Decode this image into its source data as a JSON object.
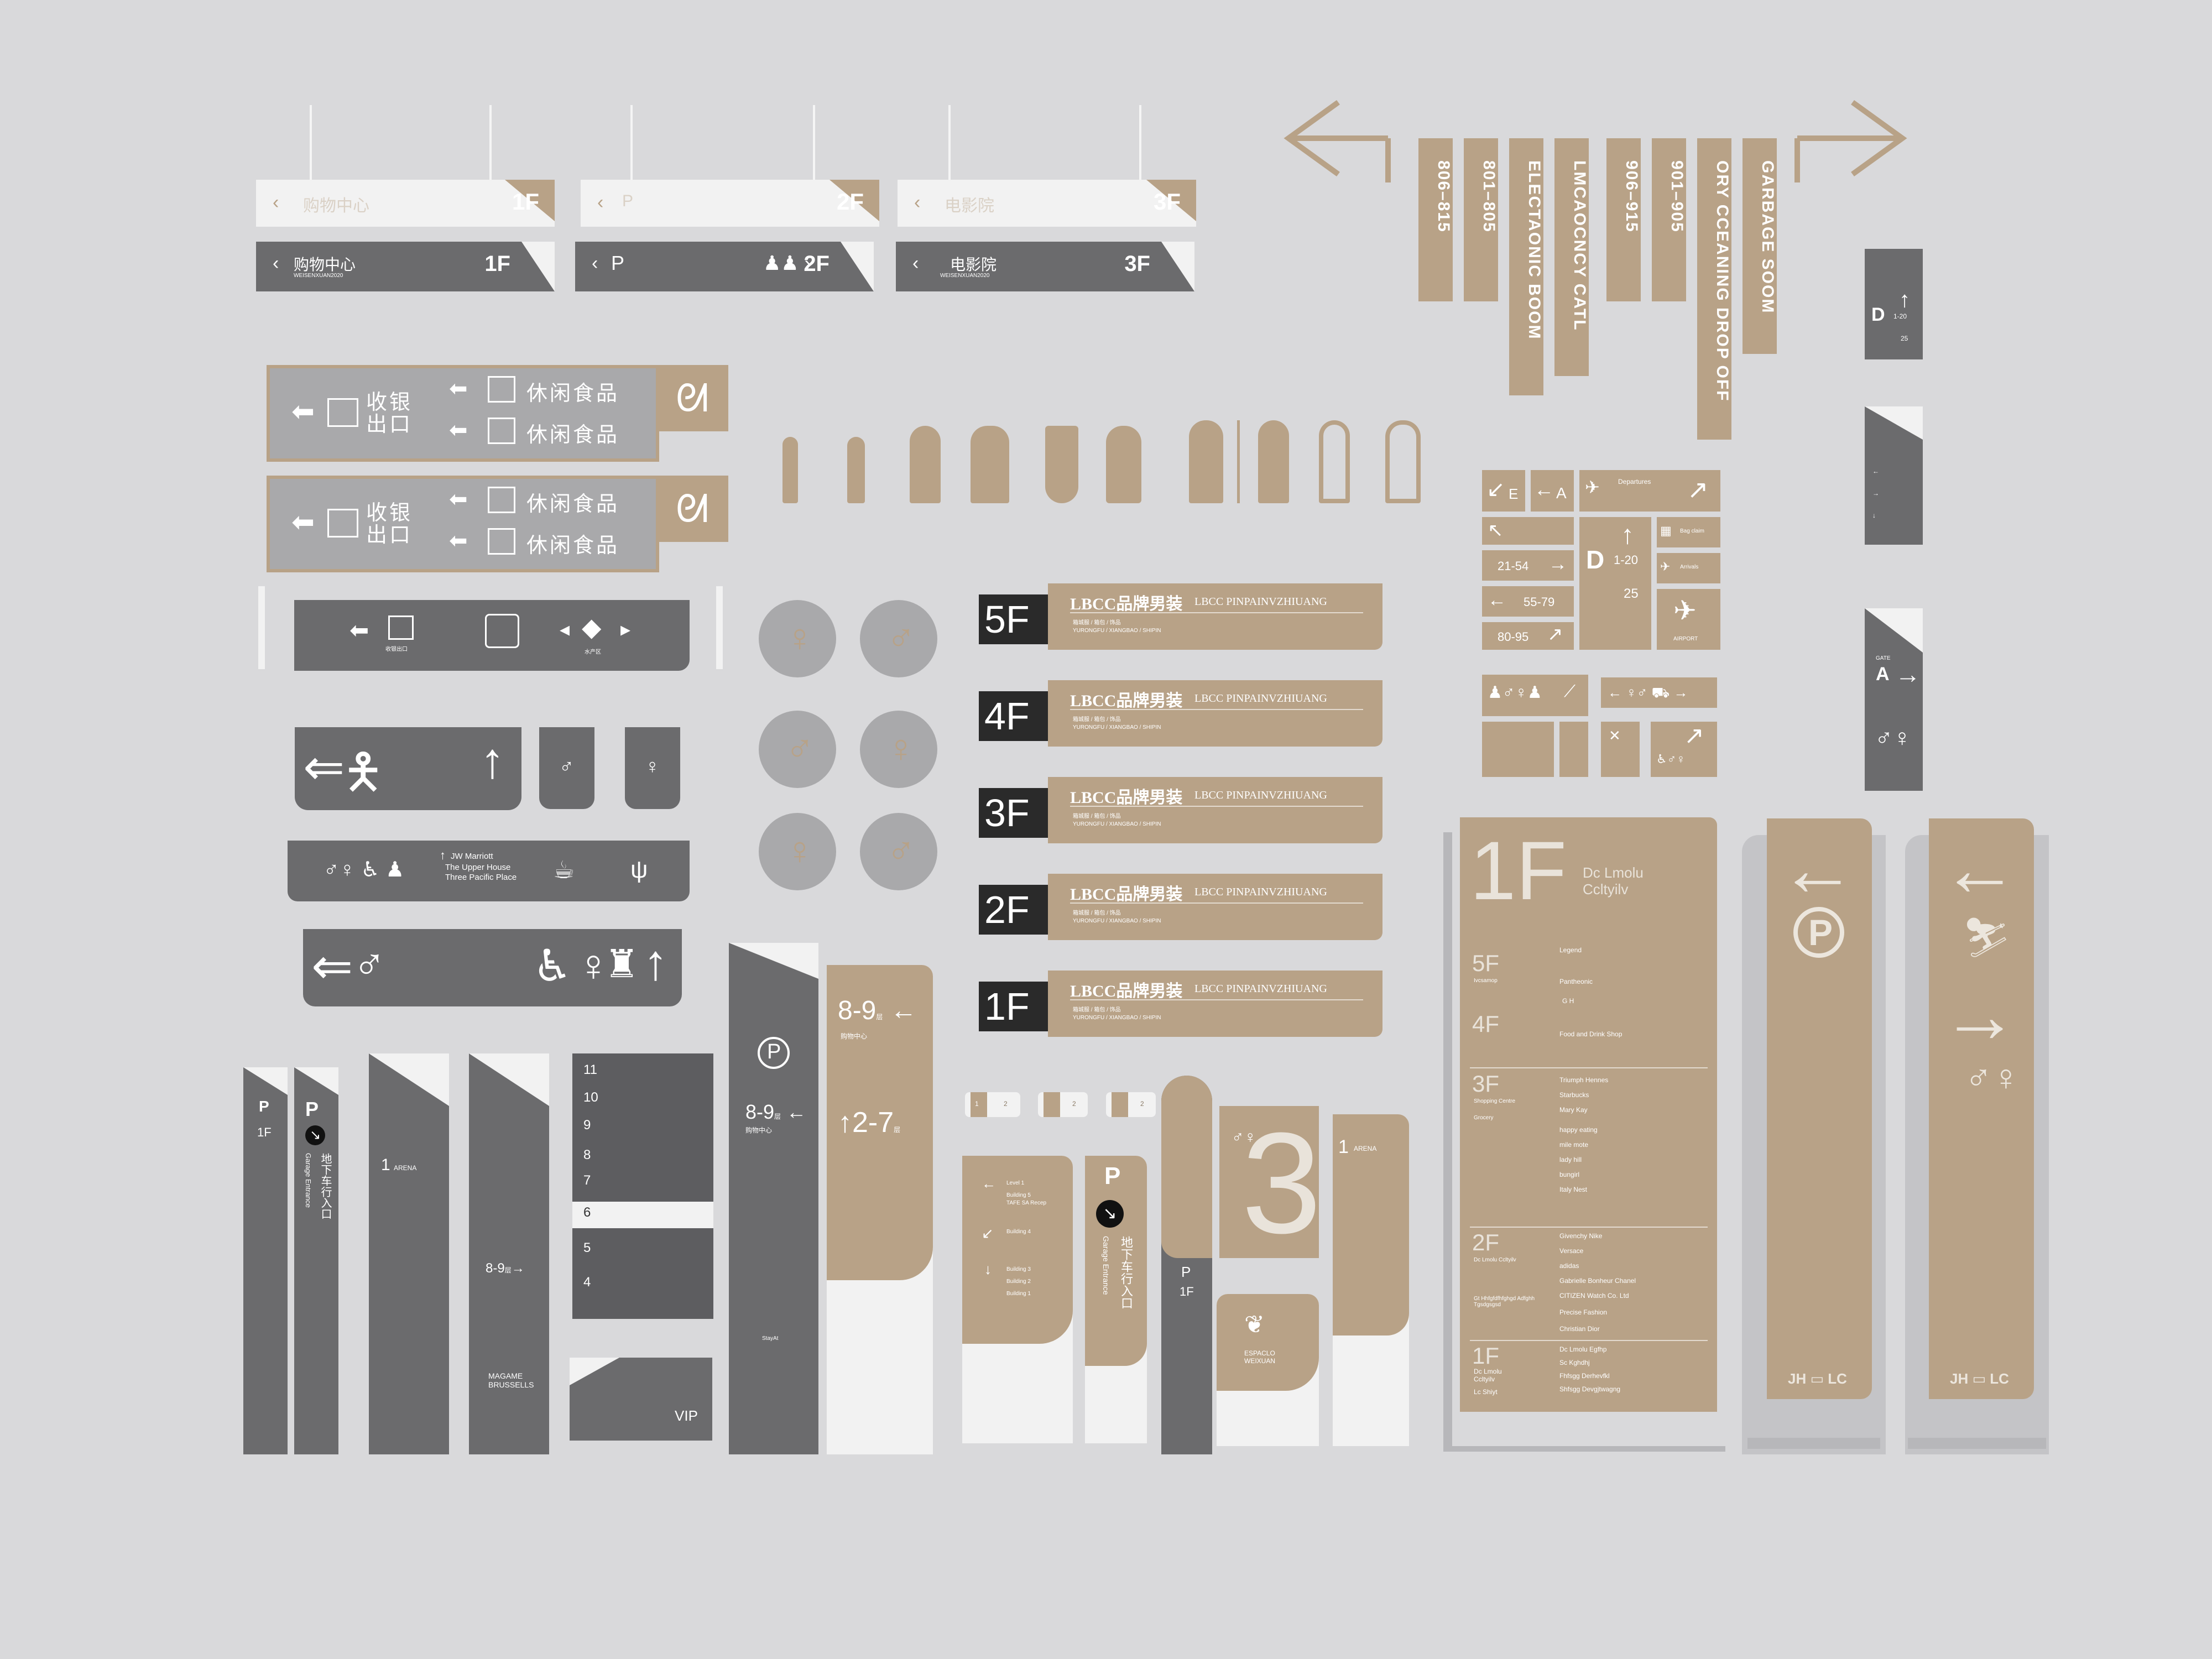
{
  "hanging_signs": [
    {
      "top_label": "购物中心",
      "floor": "1F",
      "bottom_label": "购物中心",
      "sub": "WEISENXUAN2020"
    },
    {
      "top_label": "P",
      "floor": "2F",
      "bottom_label": "P",
      "sub": ""
    },
    {
      "top_label": "电影院",
      "floor": "3F",
      "bottom_label": "电影院",
      "sub": "WEISENXUAN2020"
    }
  ],
  "direction_stripes": [
    "806–815",
    "801–805",
    "ELECTAONIC BOOM",
    "LMCAOCNCY CATL",
    "906–915",
    "901–905",
    "ORY CCEANING DROP OFF",
    "GARBAGE SOOM"
  ],
  "checkout_signs": [
    {
      "left": "收银出口",
      "right_top": "休闲食品",
      "right_bottom": "休闲食品"
    },
    {
      "left": "收银出口",
      "right_top": "休闲食品",
      "right_bottom": "休闲食品"
    }
  ],
  "icon_bar_label_1": "收银出口",
  "icon_bar_label_2": "水产区",
  "hotel_bar": {
    "line1": "JW Marriott",
    "line2": "The Upper House",
    "line3": "Three Pacific Place"
  },
  "brand_floors": [
    {
      "floor": "5F",
      "brand": "LBCC品牌男装",
      "brand_en": "LBCC PINPAINVZHIUANG",
      "sub_cn": "箱城服 / 箱包 / 饰品",
      "sub_en": "YURONGFU / XIANGBAO / SHIPIN"
    },
    {
      "floor": "4F",
      "brand": "LBCC品牌男装",
      "brand_en": "LBCC PINPAINVZHIUANG",
      "sub_cn": "箱城服 / 箱包 / 饰品",
      "sub_en": "YURONGFU / XIANGBAO / SHIPIN"
    },
    {
      "floor": "3F",
      "brand": "LBCC品牌男装",
      "brand_en": "LBCC PINPAINVZHIUANG",
      "sub_cn": "箱城服 / 箱包 / 饰品",
      "sub_en": "YURONGFU / XIANGBAO / SHIPIN"
    },
    {
      "floor": "2F",
      "brand": "LBCC品牌男装",
      "brand_en": "LBCC PINPAINVZHIUANG",
      "sub_cn": "箱城服 / 箱包 / 饰品",
      "sub_en": "YURONGFU / XIANGBAO / SHIPIN"
    },
    {
      "floor": "1F",
      "brand": "LBCC品牌男装",
      "brand_en": "LBCC PINPAINVZHIUANG",
      "sub_cn": "箱城服 / 箱包 / 饰品",
      "sub_en": "YURONGFU / XIANGBAO / SHIPIN"
    }
  ],
  "gate_sign": {
    "gate": "D",
    "range": "1-20",
    "num": "25"
  },
  "gate_sign_a": {
    "label": "GATE",
    "gate": "A"
  },
  "airport": {
    "departures": "Departures",
    "gates1": "21-54",
    "gates2": "55-79",
    "gates3": "80-95",
    "gate": "D",
    "range": "1-20",
    "num": "25",
    "airport": "AIRPORT",
    "bag": "Bag claim",
    "arrivals": "Arrivals",
    "label_e": "E",
    "label_a": "A"
  },
  "directory": {
    "floor": "1F",
    "title1": "Dc Lmolu",
    "title2": "Ccltyilv",
    "legend": "Legend",
    "f5": "5F",
    "f5_sub": "Ivcsamop",
    "f5_r": "Pantheonic",
    "gh": "G  H",
    "f4": "4F",
    "f4_r": "Food and Drink Shop",
    "f3": "3F",
    "f3_sub": "Shopping Centre",
    "f3_sub2": "Grocery",
    "f3_r": [
      "Triumph Hennes",
      "Starbucks",
      "Mary Kay",
      "happy eating",
      "mile mote",
      "lady hill",
      "bungirl",
      "Italy Nest"
    ],
    "f2": "2F",
    "f2_sub": "Dc Lmolu Ccltyilv",
    "f2_sub2": "Gt Hhfgfdfhfghgd Adfghh Tgsdgsgsd",
    "f2_r": [
      "Givenchy  Nike",
      "Versace",
      "adidas",
      "Gabrielle Bonheur Chanel",
      "CITIZEN Watch Co. Ltd",
      "Precise Fashion",
      "Christian Dior"
    ],
    "f1": "1F",
    "f1_sub": "Dc Lmolu Ccltyilv",
    "f1_sub2": "Lc Shiyt",
    "f1_r": [
      "Dc Lmolu Egfhp",
      "Sc Kghdhj",
      "Fhfsgg Derhevfkl",
      "Shfsgg Devgjtwagng"
    ]
  },
  "jh_logo": "JH ▭ LC",
  "pillars": {
    "p_letter": "P",
    "floor_1f": "1F",
    "garage_cn": "地下车行入口",
    "garage_en": "Garage Entrance",
    "arena_num": "1",
    "arena": "ARENA",
    "madame": "MAGAME BRUSSELLS",
    "range_89": "8-9",
    "unit": "层",
    "shopping": "购物中心",
    "range_27": "2-7",
    "stayat": "StayAt",
    "vip": "VIP",
    "level1": "Level 1",
    "tafe": "TAFE SA Recep",
    "b4": "Building 4",
    "b3": "Building 3",
    "b2": "Building 2",
    "b1": "Building 1",
    "b5": "Building 5",
    "espaclo": "ESPACLO WEIXUAN",
    "three": "3",
    "tab2": "2",
    "tab1": "1",
    "num_list": [
      "11",
      "10",
      "9",
      "8",
      "7",
      "6",
      "5",
      "4"
    ]
  }
}
